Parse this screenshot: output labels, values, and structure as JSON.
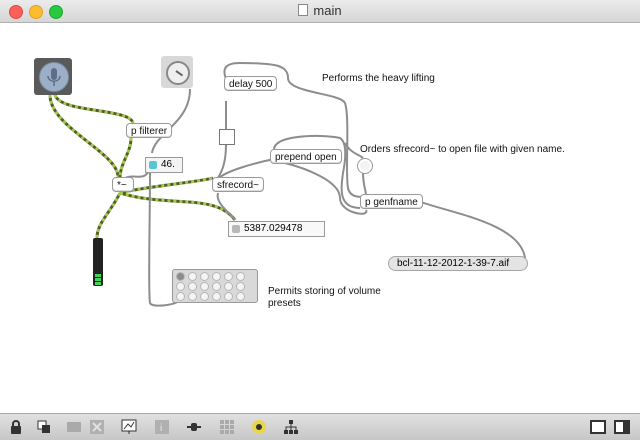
{
  "window": {
    "title": "main"
  },
  "objects": {
    "filterer": "p filterer",
    "number": "46.",
    "multiply": "*~",
    "delay": "delay 500",
    "prepend": "prepend open",
    "sfrecord": "sfrecord~",
    "genfname": "p genfname",
    "float_value": "5387.029478"
  },
  "message": {
    "filename": "bcl-11-12-2012-1-39-7.aif"
  },
  "comments": {
    "heavy": "Performs the heavy lifting",
    "orders": "Orders sfrecord~ to open file with given name.",
    "presets_line1": "Permits storing of volume",
    "presets_line2": "presets"
  },
  "toolbar_icons": [
    "lock-icon",
    "new-object-icon",
    "patch-icons-icon",
    "cancel-icon",
    "presentation-icon",
    "info-icon",
    "slider-icon",
    "grid-icon",
    "color-icon",
    "hierarchy-icon",
    "split-left-icon",
    "split-right-icon"
  ],
  "colors": {
    "wire": "#8a8a8a",
    "signal_wire_a": "#a5c94b",
    "signal_wire_b": "#4f5e2a"
  }
}
